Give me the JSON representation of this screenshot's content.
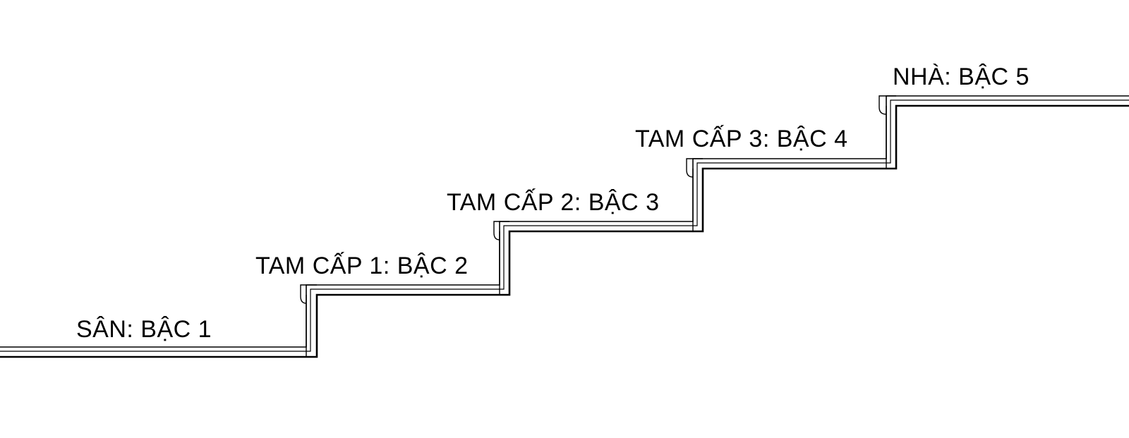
{
  "labels": {
    "step1": "SÂN: BẬC 1",
    "step2": "TAM CẤP 1: BẬC 2",
    "step3": "TAM CẤP 2: BẬC 3",
    "step4": "TAM CẤP 3: BẬC 4",
    "step5": "NHÀ: BẬC 5"
  },
  "colors": {
    "line": "#000000",
    "finish_fill": "#ffffff",
    "background": "#ffffff"
  }
}
